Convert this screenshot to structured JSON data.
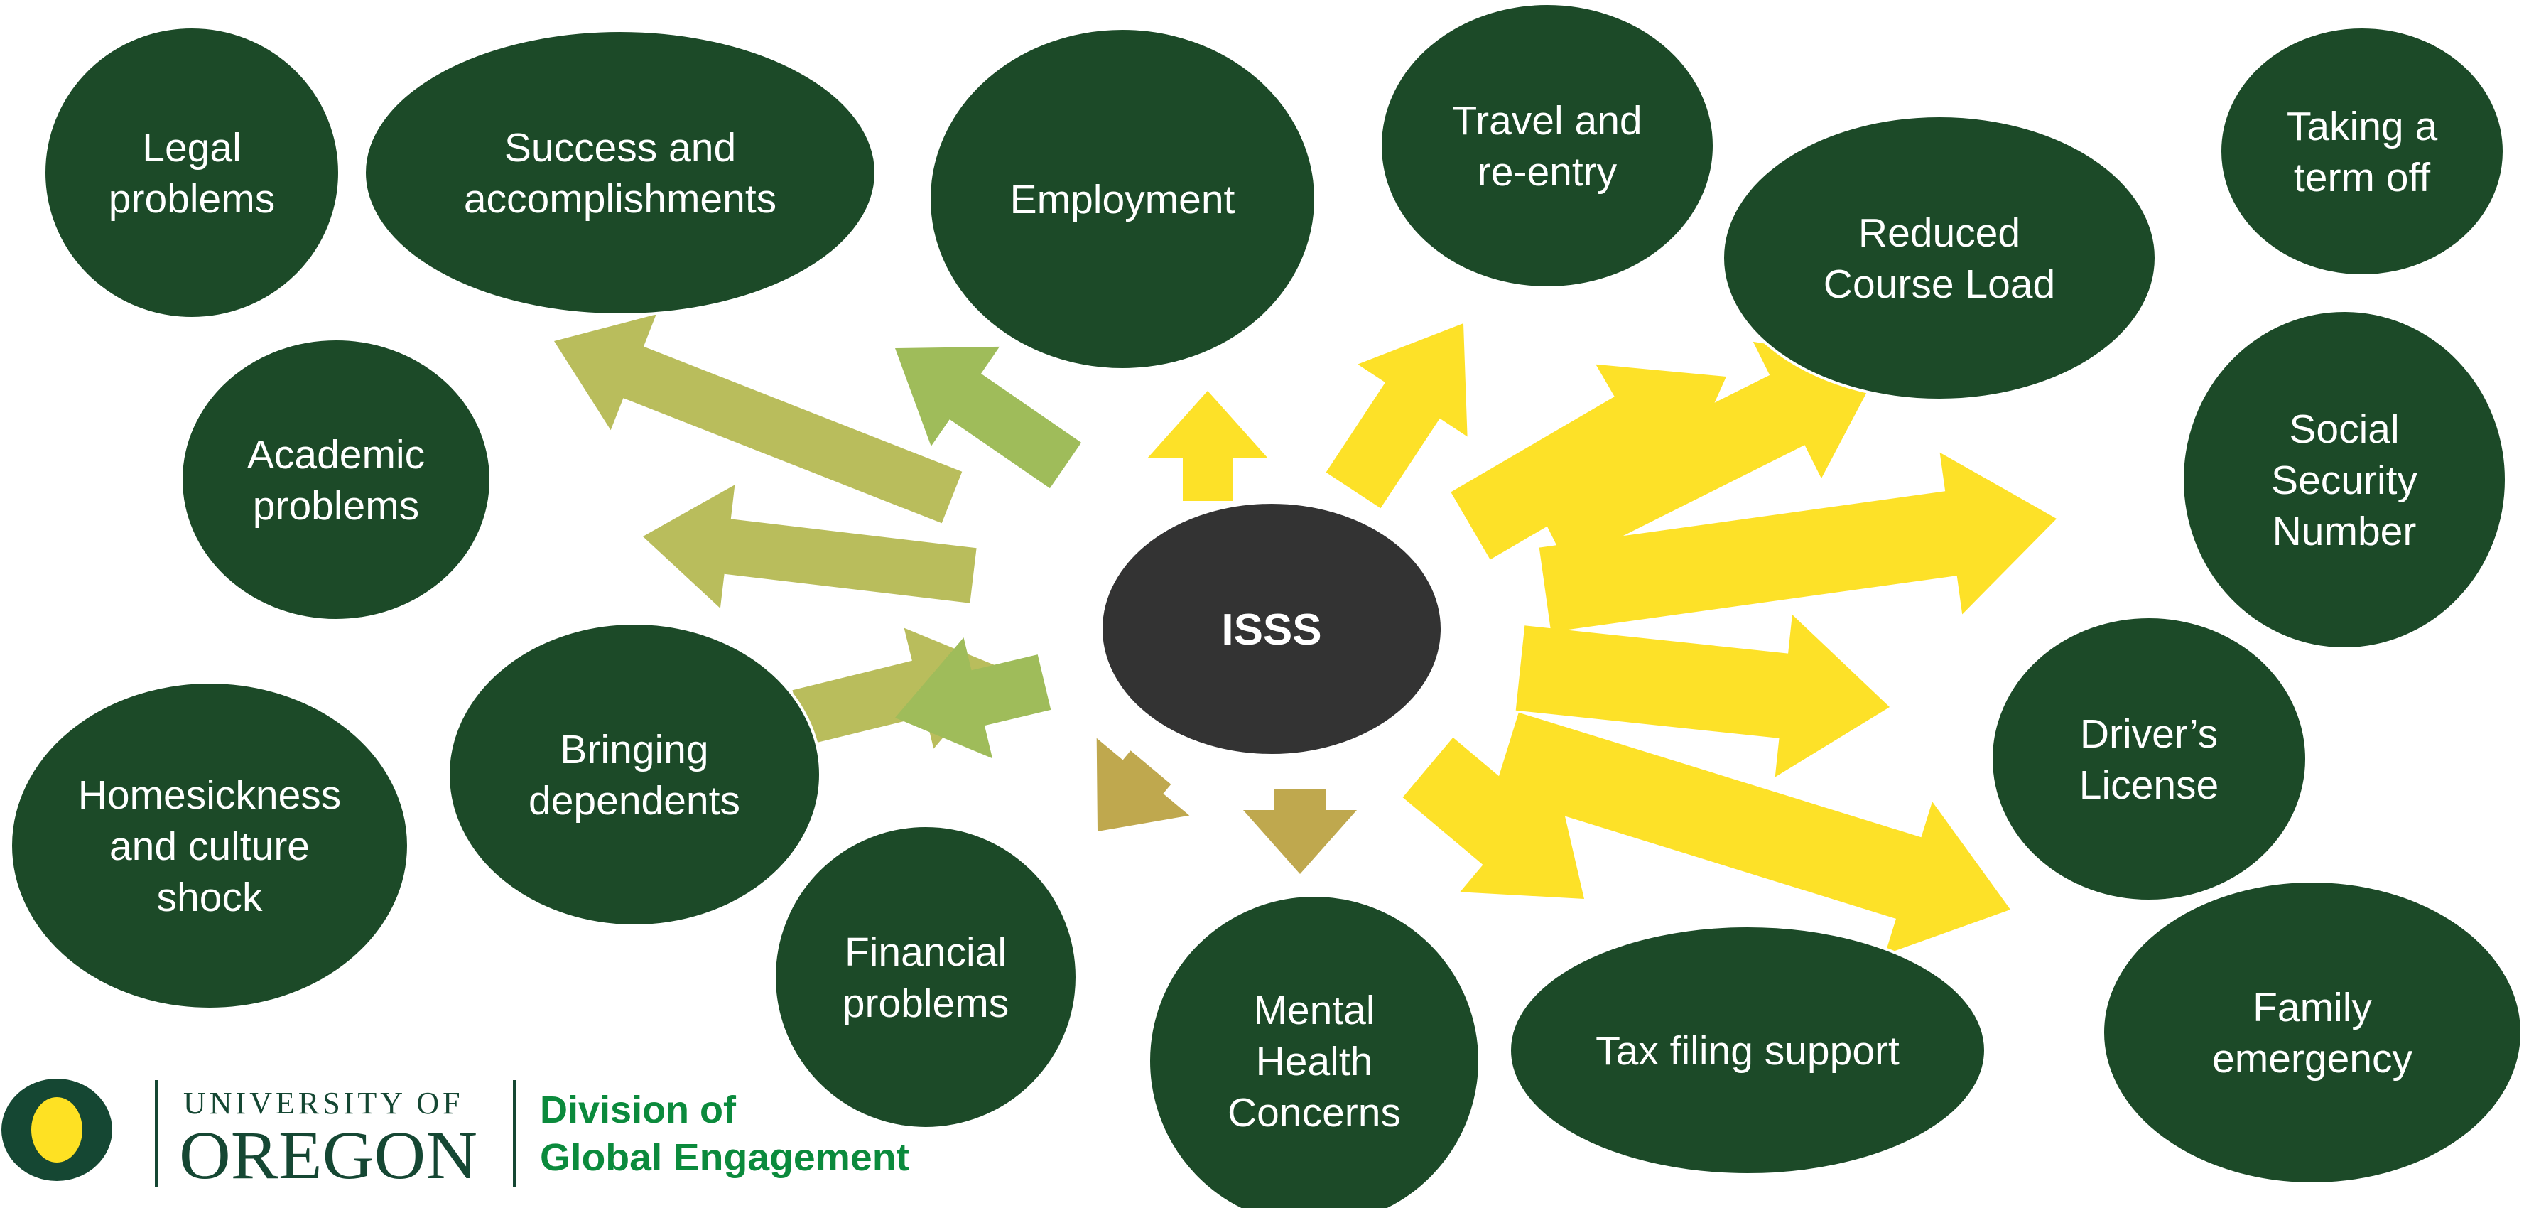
{
  "center": {
    "label": "ISSS"
  },
  "topics": {
    "legal": [
      "Legal",
      "problems"
    ],
    "success": [
      "Success and",
      "accomplishments"
    ],
    "employment": [
      "Employment"
    ],
    "travel": [
      "Travel and",
      "re-entry"
    ],
    "reduced": [
      "Reduced",
      "Course Load"
    ],
    "term_off": [
      "Taking a",
      "term off"
    ],
    "academic": [
      "Academic",
      "problems"
    ],
    "ssn": [
      "Social",
      "Security",
      "Number"
    ],
    "homesickness": [
      "Homesickness",
      "and culture",
      "shock"
    ],
    "dependents": [
      "Bringing",
      "dependents"
    ],
    "drivers": [
      "Driver’s",
      "License"
    ],
    "financial": [
      "Financial",
      "problems"
    ],
    "mental": [
      "Mental",
      "Health",
      "Concerns"
    ],
    "tax": [
      "Tax filing support"
    ],
    "family": [
      "Family",
      "emergency"
    ]
  },
  "logo": {
    "letter": "O",
    "university_line": "UNIVERSITY OF",
    "oregon_line": "OREGON",
    "division_line1": "Division of",
    "division_line2": "Global Engagement"
  },
  "colors": {
    "bubble": "#1c4a28",
    "center_bubble": "#333333",
    "arrow_yellow": "#fde128",
    "arrow_olive": "#b9bd5c",
    "arrow_light_green": "#9fbc5a",
    "arrow_khaki": "#bfa84e",
    "uo_green": "#154733",
    "uo_yellow": "#fee123",
    "dge_green": "#0b8a3c"
  }
}
